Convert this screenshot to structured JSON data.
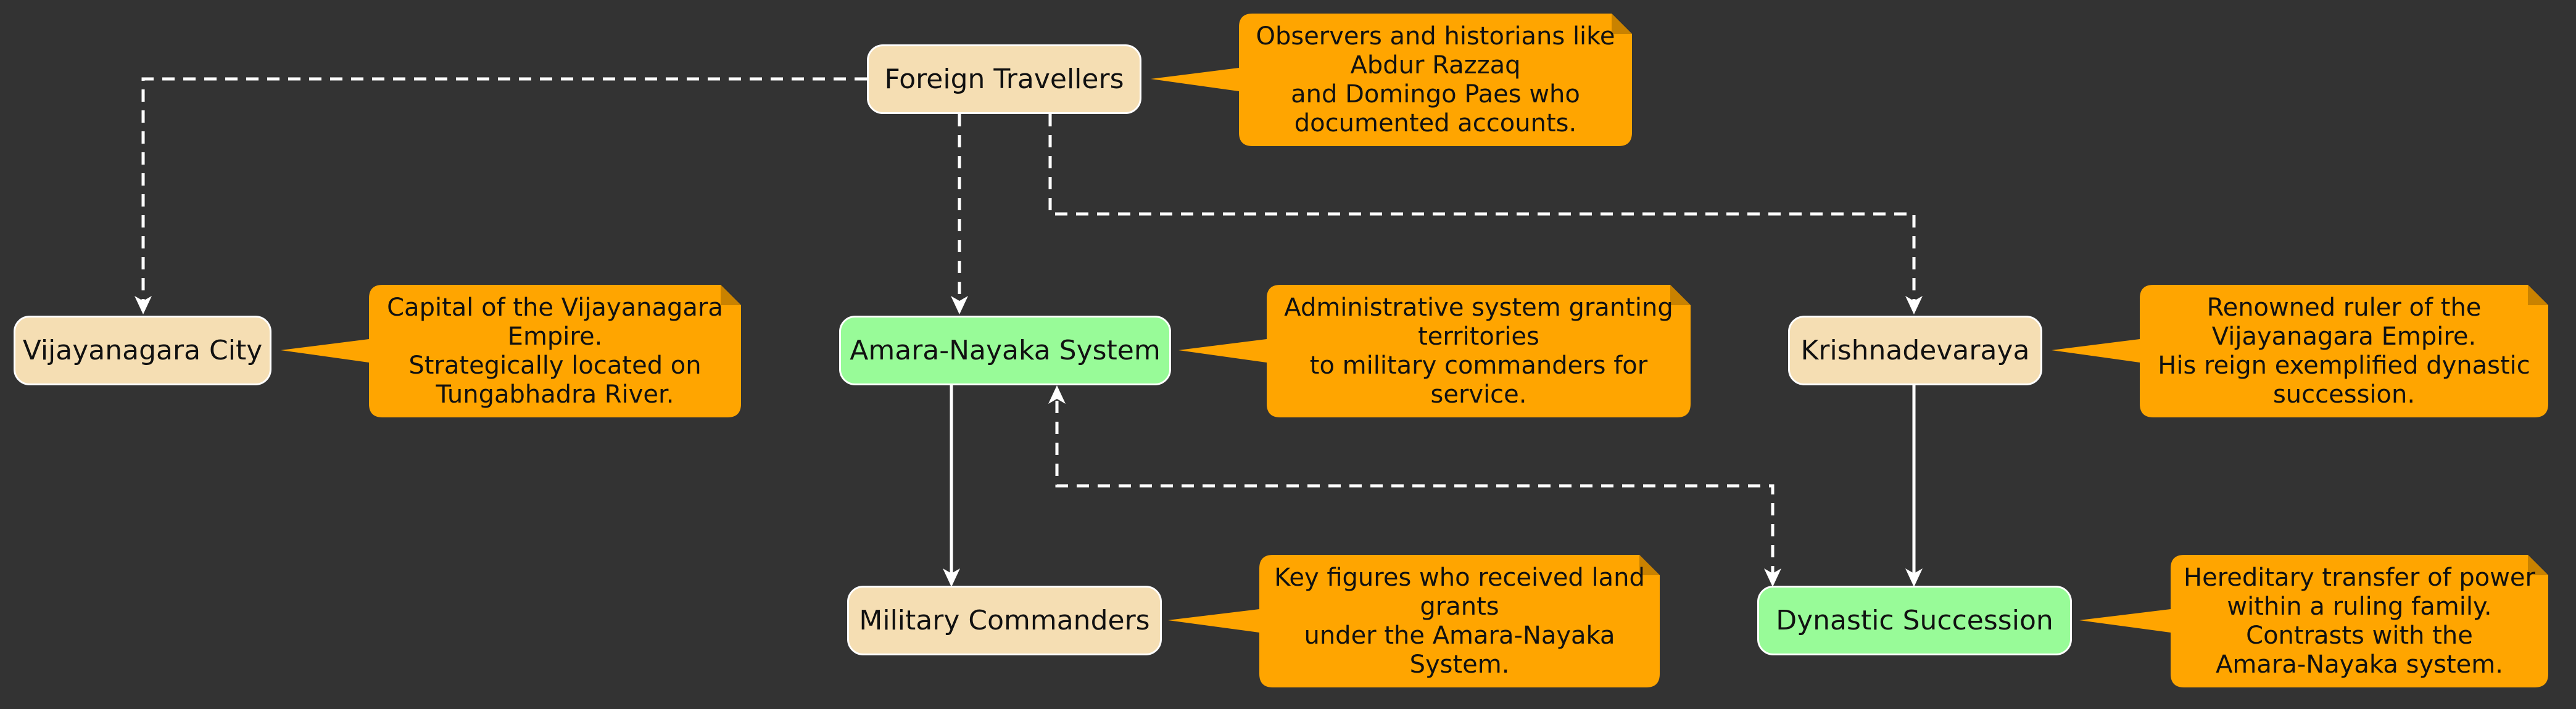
{
  "colors": {
    "background": "#333333",
    "node_beige": "#F5DEB3",
    "node_green": "#98FB98",
    "note_fill": "#FFA500",
    "edge": "#FFFFFF"
  },
  "nodes": {
    "foreign_travellers": {
      "label": "Foreign Travellers",
      "color": "#F5DEB3"
    },
    "vijayanagara_city": {
      "label": "Vijayanagara City",
      "color": "#F5DEB3"
    },
    "amara_nayaka": {
      "label": "Amara-Nayaka System",
      "color": "#98FB98"
    },
    "krishnadevaraya": {
      "label": "Krishnadevaraya",
      "color": "#F5DEB3"
    },
    "military_commanders": {
      "label": "Military Commanders",
      "color": "#F5DEB3"
    },
    "dynastic_succession": {
      "label": "Dynastic Succession",
      "color": "#98FB98"
    }
  },
  "notes": {
    "foreign_travellers": [
      "Observers and historians like",
      "Abdur Razzaq",
      "and Domingo Paes who",
      "documented accounts."
    ],
    "vijayanagara_city": [
      "Capital of the Vijayanagara",
      "Empire.",
      "Strategically located on",
      "Tungabhadra River."
    ],
    "amara_nayaka": [
      "Administrative system granting",
      "territories",
      "to military commanders for",
      "service."
    ],
    "krishnadevaraya": [
      "Renowned ruler of the",
      "Vijayanagara Empire.",
      "His reign exemplified dynastic",
      "succession."
    ],
    "military_commanders": [
      "Key figures who received land",
      "grants",
      "under the Amara-Nayaka",
      "System."
    ],
    "dynastic_succession": [
      "Hereditary transfer of power",
      "within a ruling family.",
      "Contrasts with the",
      "Amara-Nayaka system."
    ]
  },
  "edges": [
    {
      "from": "Foreign Travellers",
      "to": "Vijayanagara City",
      "style": "dashed",
      "arrow": "end"
    },
    {
      "from": "Foreign Travellers",
      "to": "Amara-Nayaka System",
      "style": "dashed",
      "arrow": "end"
    },
    {
      "from": "Foreign Travellers",
      "to": "Krishnadevaraya",
      "style": "dashed",
      "arrow": "end"
    },
    {
      "from": "Amara-Nayaka System",
      "to": "Military Commanders",
      "style": "solid",
      "arrow": "end"
    },
    {
      "from": "Amara-Nayaka System",
      "to": "Dynastic Succession",
      "style": "dashed",
      "arrow": "both"
    },
    {
      "from": "Krishnadevaraya",
      "to": "Dynastic Succession",
      "style": "solid",
      "arrow": "end"
    }
  ]
}
